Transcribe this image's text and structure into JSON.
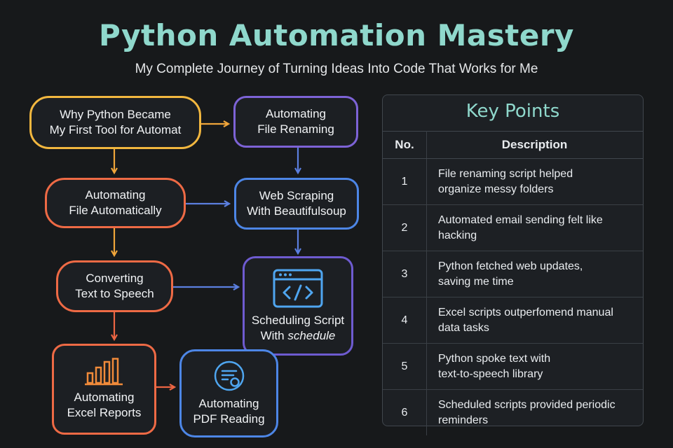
{
  "header": {
    "title": "Python Automation Mastery",
    "subtitle": "My Complete Journey of Turning Ideas Into Code That Works for Me"
  },
  "flow": {
    "nodes": [
      {
        "id": "why_python",
        "lines": [
          "Why Python Became",
          "My First Tool for Automat"
        ]
      },
      {
        "id": "file_renaming",
        "lines": [
          "Automating",
          "File Renaming"
        ]
      },
      {
        "id": "file_auto",
        "lines": [
          "Automating",
          "File Automatically"
        ]
      },
      {
        "id": "web_scraping",
        "lines": [
          "Web Scraping",
          "With Beautifulsoup"
        ]
      },
      {
        "id": "tts",
        "lines": [
          "Converting",
          "Text to Speech"
        ]
      },
      {
        "id": "scheduling",
        "lines": [
          "Scheduling Script",
          "With",
          "schedule"
        ],
        "icon": "code-window-icon"
      },
      {
        "id": "excel",
        "lines": [
          "Automating",
          "Excel Reports"
        ],
        "icon": "bar-chart-icon"
      },
      {
        "id": "pdf",
        "lines": [
          "Automating",
          "PDF Reading"
        ],
        "icon": "document-icon"
      }
    ],
    "edges": [
      [
        "why_python",
        "file_renaming"
      ],
      [
        "why_python",
        "file_auto"
      ],
      [
        "file_renaming",
        "web_scraping"
      ],
      [
        "file_auto",
        "web_scraping"
      ],
      [
        "file_auto",
        "tts"
      ],
      [
        "web_scraping",
        "scheduling"
      ],
      [
        "tts",
        "scheduling"
      ],
      [
        "tts",
        "excel"
      ],
      [
        "excel",
        "pdf"
      ]
    ]
  },
  "key_points": {
    "title": "Key Points",
    "columns": [
      "No.",
      "Description"
    ],
    "rows": [
      {
        "no": "1",
        "lines": [
          "File renaming script helped",
          "organize messy folders"
        ]
      },
      {
        "no": "2",
        "lines": [
          "Automated email sending felt like",
          "hacking"
        ]
      },
      {
        "no": "3",
        "lines": [
          "Python fetched web updates,",
          "saving me time"
        ]
      },
      {
        "no": "4",
        "lines": [
          "Excel scripts outperfomend manual",
          "data tasks"
        ]
      },
      {
        "no": "5",
        "lines": [
          "Python spoke text with",
          "text-to-speech library"
        ]
      },
      {
        "no": "6",
        "lines": [
          "Scheduled scripts provided periodic",
          "reminders"
        ]
      }
    ]
  },
  "colors": {
    "background": "#17191b",
    "title": "#8fd8cc",
    "yellow": "#f2b73f",
    "purple": "#7d63d6",
    "orange": "#ee6a45",
    "blue": "#4d86e6"
  }
}
